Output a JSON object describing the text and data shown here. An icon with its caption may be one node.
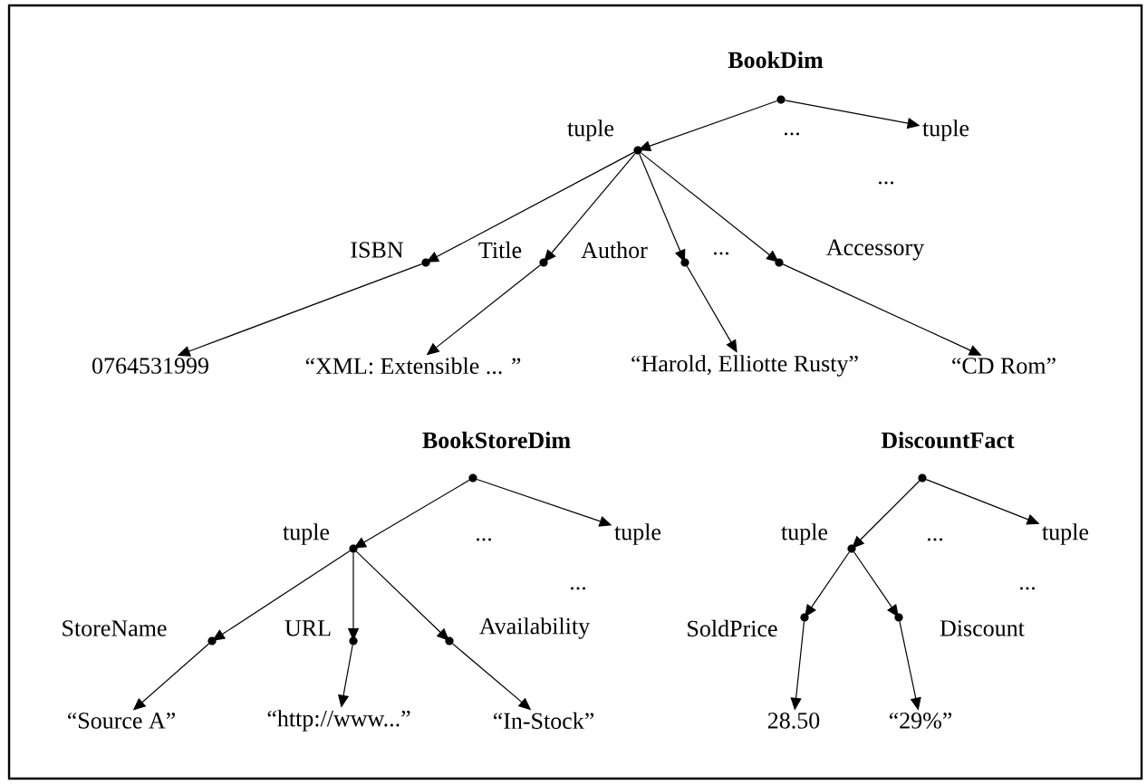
{
  "diagram": {
    "nodes": [
      {
        "text": [
          "BookDim"
        ]
      },
      {
        "text": [
          "tuple"
        ]
      },
      {
        "text": [
          "tuple"
        ]
      },
      {
        "text": [
          "ISBN"
        ]
      },
      {
        "text": [
          "Title"
        ]
      },
      {
        "text": [
          "Author"
        ]
      },
      {
        "text": [
          "Accessory"
        ]
      },
      {
        "text": [
          "0764531999"
        ]
      },
      {
        "text": [
          "“XML: Extensible ... ”"
        ]
      },
      {
        "text": [
          "“Harold, Elliotte Rusty”"
        ]
      },
      {
        "text": [
          "“CD Rom”"
        ]
      },
      {
        "text": [
          "BookStoreDim"
        ]
      },
      {
        "text": [
          "tuple"
        ]
      },
      {
        "text": [
          "tuple"
        ]
      },
      {
        "text": [
          "StoreName"
        ]
      },
      {
        "text": [
          "URL"
        ]
      },
      {
        "text": [
          "Availability"
        ]
      },
      {
        "text": [
          "“Source A”"
        ]
      },
      {
        "text": [
          "“http://www...”"
        ]
      },
      {
        "text": [
          "“In-Stock”"
        ]
      },
      {
        "text": [
          "DiscountFact"
        ]
      },
      {
        "text": [
          "tuple"
        ]
      },
      {
        "text": [
          "tuple"
        ]
      },
      {
        "text": [
          "SoldPrice"
        ]
      },
      {
        "text": [
          "Discount"
        ]
      },
      {
        "text": [
          "28.50"
        ]
      },
      {
        "text": [
          "“29%”"
        ]
      }
    ],
    "edges": [
      {
        "from": 0,
        "to": 1,
        "arrow": "to"
      },
      {
        "from": 0,
        "to": 2,
        "arrow": "to"
      },
      {
        "from": 1,
        "to": 3,
        "arrow": "to"
      },
      {
        "from": 1,
        "to": 4,
        "arrow": "to"
      },
      {
        "from": 1,
        "to": 5,
        "arrow": "to"
      },
      {
        "from": 1,
        "to": 6,
        "arrow": "to"
      },
      {
        "from": 3,
        "to": 7,
        "arrow": "to"
      },
      {
        "from": 4,
        "to": 8,
        "arrow": "to"
      },
      {
        "from": 5,
        "to": 9,
        "arrow": "to"
      },
      {
        "from": 6,
        "to": 10,
        "arrow": "to"
      },
      {
        "from": 11,
        "to": 12,
        "arrow": "to"
      },
      {
        "from": 11,
        "to": 13,
        "arrow": "to"
      },
      {
        "from": 12,
        "to": 14,
        "arrow": "to"
      },
      {
        "from": 12,
        "to": 15,
        "arrow": "to"
      },
      {
        "from": 12,
        "to": 16,
        "arrow": "to"
      },
      {
        "from": 14,
        "to": 17,
        "arrow": "to"
      },
      {
        "from": 15,
        "to": 18,
        "arrow": "to"
      },
      {
        "from": 16,
        "to": 19,
        "arrow": "to"
      },
      {
        "from": 20,
        "to": 21,
        "arrow": "to"
      },
      {
        "from": 20,
        "to": 22,
        "arrow": "to"
      },
      {
        "from": 21,
        "to": 23,
        "arrow": "to"
      },
      {
        "from": 21,
        "to": 24,
        "arrow": "to"
      },
      {
        "from": 23,
        "to": 25,
        "arrow": "to"
      },
      {
        "from": 24,
        "to": 26,
        "arrow": "to"
      }
    ],
    "labels": [
      "...",
      "...",
      "...",
      "...",
      "...",
      "...",
      "..."
    ]
  }
}
